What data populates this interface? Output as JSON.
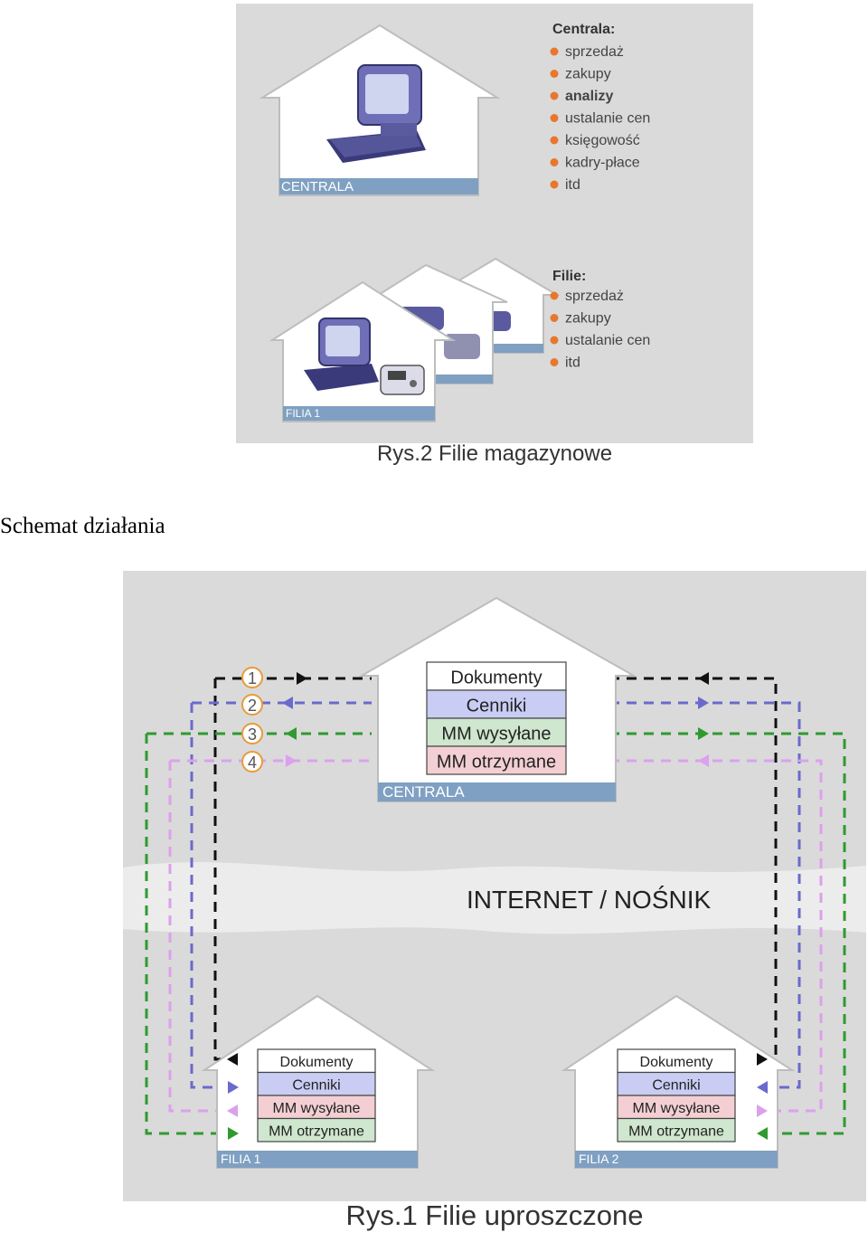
{
  "figure2": {
    "caption": "Rys.2 Filie magazynowe",
    "central_label": "CENTRALA",
    "branch_label": "FILIA 1",
    "central_list_title": "Centrala:",
    "central_list": [
      "sprzedaż",
      "zakupy",
      "analizy",
      "ustalanie cen",
      "księgowość",
      "kadry-płace",
      "itd"
    ],
    "branch_list_title": "Filie:",
    "branch_list": [
      "sprzedaż",
      "zakupy",
      "ustalanie cen",
      "itd"
    ]
  },
  "heading": "Schemat działania",
  "figure1": {
    "caption": "Rys.1 Filie uproszczone",
    "central": {
      "label": "CENTRALA",
      "rows": [
        "Dokumenty",
        "Cenniki",
        "MM wysyłane",
        "MM otrzymane"
      ]
    },
    "branch1": {
      "label": "FILIA 1",
      "rows": [
        "Dokumenty",
        "Cenniki",
        "MM wysyłane",
        "MM otrzymane"
      ]
    },
    "branch2": {
      "label": "FILIA 2",
      "rows": [
        "Dokumenty",
        "Cenniki",
        "MM wysyłane",
        "MM otrzymane"
      ]
    },
    "medium_label": "INTERNET / NOŚNIK",
    "flow_numbers": [
      "1",
      "2",
      "3",
      "4"
    ],
    "colors": {
      "documents": "#111111",
      "price_lists": "#6a6acc",
      "mm_sent": "#2f9a2f",
      "mm_received": "#dca0ee",
      "label_bar": "#7fa0c2",
      "number_circle": "#e89a3a"
    }
  }
}
